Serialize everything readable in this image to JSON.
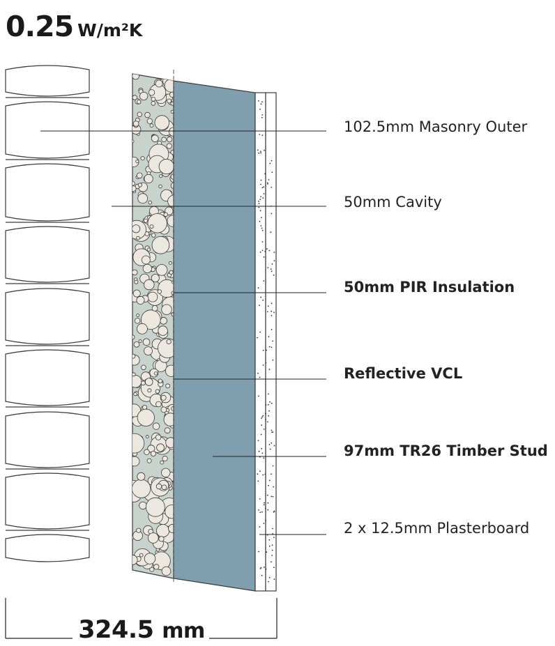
{
  "u_value": {
    "value": "0.25",
    "unit": "W/m²K"
  },
  "layers": [
    {
      "label": "102.5mm Masonry Outer",
      "bold": false
    },
    {
      "label": "50mm Cavity",
      "bold": false
    },
    {
      "label": "50mm PIR Insulation",
      "bold": true
    },
    {
      "label": "Reflective VCL",
      "bold": true
    },
    {
      "label": "97mm TR26 Timber Stud",
      "bold": true
    },
    {
      "label": "2 x 12.5mm Plasterboard",
      "bold": false
    }
  ],
  "overall_thickness": {
    "value": "324.5",
    "unit": "mm"
  },
  "colors": {
    "insulation": "#7f9eae",
    "aggregate": "#c9d3ce",
    "pebble": "#ece8df",
    "outline": "#3a3a3a"
  }
}
